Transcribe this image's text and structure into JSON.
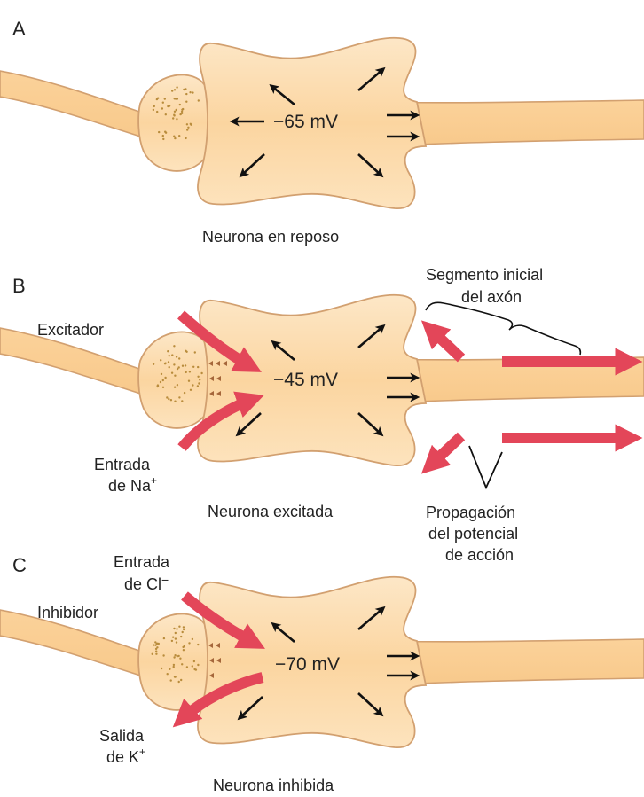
{
  "panel_a": {
    "letter": "A",
    "voltage": "−65 mV",
    "caption": "Neurona en reposo"
  },
  "panel_b": {
    "letter": "B",
    "voltage": "−45 mV",
    "caption": "Neurona excitada",
    "presynaptic_label": "Excitador",
    "ion_label_1": "Entrada",
    "ion_label_2": "de Na",
    "ion_superscript": "+",
    "segment_label_1": "Segmento inicial",
    "segment_label_2": "del axón",
    "propagation_label_1": "Propagación",
    "propagation_label_2": "del potencial",
    "propagation_label_3": "de acción"
  },
  "panel_c": {
    "letter": "C",
    "voltage": "−70 mV",
    "caption": "Neurona inhibida",
    "presynaptic_label": "Inhibidor",
    "influx_label_1": "Entrada",
    "influx_label_2": "de Cl",
    "influx_superscript": "−",
    "efflux_label_1": "Salida",
    "efflux_label_2": "de K",
    "efflux_superscript": "+"
  },
  "colors": {
    "cell_fill": "#fbd7a3",
    "cell_outline": "#d2a070",
    "vesicle_dots": "#b98c3c",
    "ion_arrow": "#e34659",
    "field_arrow": "#111111"
  }
}
